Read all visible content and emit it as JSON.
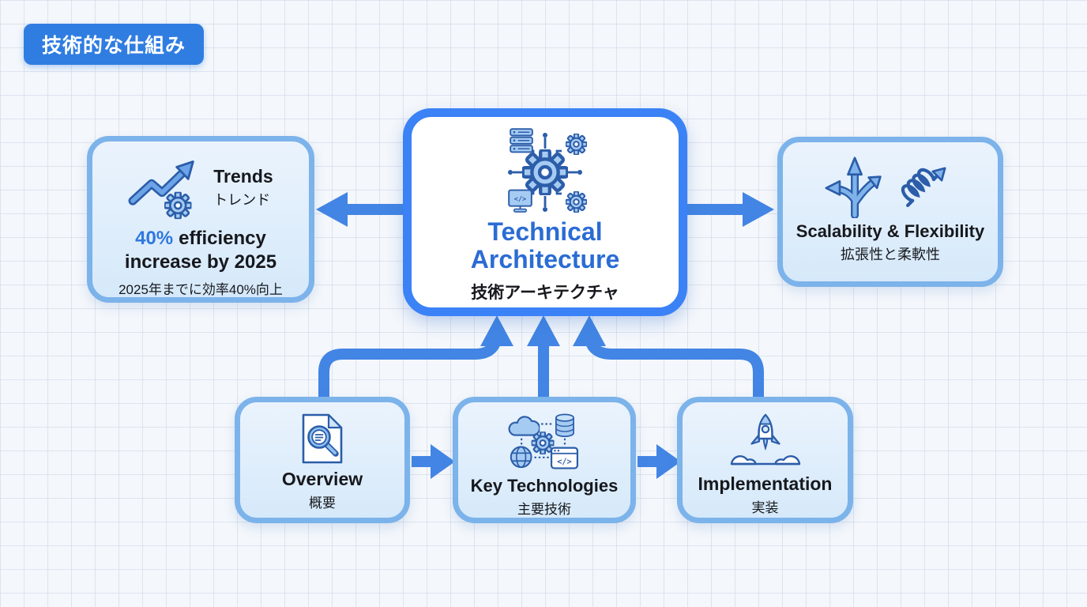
{
  "badge": {
    "label": "技術的な仕組み"
  },
  "nodes": {
    "center": {
      "title_line1": "Technical",
      "title_line2": "Architecture",
      "subtitle_ja": "技術アーキテクチャ",
      "icon": "architecture-network-icon"
    },
    "trends": {
      "label": "Trends",
      "label_ja": "トレンド",
      "stat_highlight": "40%",
      "stat_line1": "efficiency",
      "stat_line2": "increase by 2025",
      "stat_ja": "2025年までに効率40%向上",
      "icon": "trend-up-gear-icon"
    },
    "scalability": {
      "label": "Scalability & Flexibility",
      "label_ja": "拡張性と柔軟性",
      "icons": [
        "branching-arrows-icon",
        "spring-arrow-icon"
      ]
    },
    "overview": {
      "label": "Overview",
      "label_ja": "概要",
      "icon": "document-magnifier-icon"
    },
    "key_technologies": {
      "label": "Key Technologies",
      "label_ja": "主要技術",
      "icon": "cloud-tech-stack-icon"
    },
    "implementation": {
      "label": "Implementation",
      "label_ja": "実装",
      "icon": "rocket-launch-icon"
    }
  },
  "connections": [
    {
      "from": "center",
      "to": "trends",
      "direction": "left"
    },
    {
      "from": "center",
      "to": "scalability",
      "direction": "right"
    },
    {
      "from": "overview",
      "to": "center",
      "direction": "up"
    },
    {
      "from": "key_technologies",
      "to": "center",
      "direction": "up"
    },
    {
      "from": "implementation",
      "to": "center",
      "direction": "up"
    },
    {
      "from": "overview",
      "to": "key_technologies",
      "direction": "right"
    },
    {
      "from": "key_technologies",
      "to": "implementation",
      "direction": "right"
    }
  ],
  "colors": {
    "accent_arrow": "#4285e4",
    "center_border": "#3b82f6",
    "light_box_border": "#7cb3ea",
    "light_box_fill": "#dcebfb",
    "title_blue": "#2b6cd4",
    "highlight_blue": "#2e78e0",
    "badge_bg": "#2f7de1",
    "badge_text": "#ffffff",
    "text_dark": "#16181d",
    "icon_outline": "#2b5da9",
    "icon_fill": "#a6cbf2",
    "background": "#f4f7fb"
  }
}
